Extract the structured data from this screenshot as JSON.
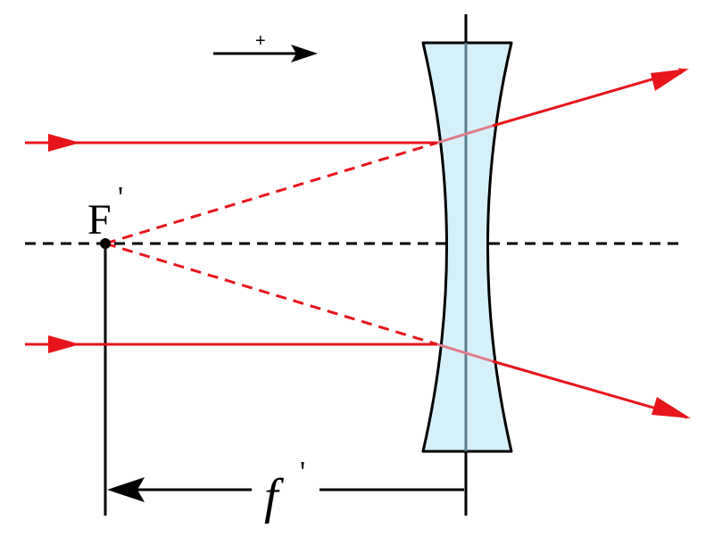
{
  "labels": {
    "sign_convention": "+",
    "focal_point": "F",
    "focal_point_prime": "'",
    "focal_length": "f",
    "focal_length_prime": "'"
  },
  "colors": {
    "ray": "#e8141b",
    "lens_fill": "#d6f0fa",
    "lens_stroke": "#000000",
    "axis": "#000000",
    "lens_center_line": "#5a7f8c"
  },
  "diagram": {
    "type": "diverging-lens-ray-diagram",
    "lens": "biconcave",
    "incoming_rays": 2,
    "ray_style": "solid-incident-dashed-virtual-extension"
  }
}
